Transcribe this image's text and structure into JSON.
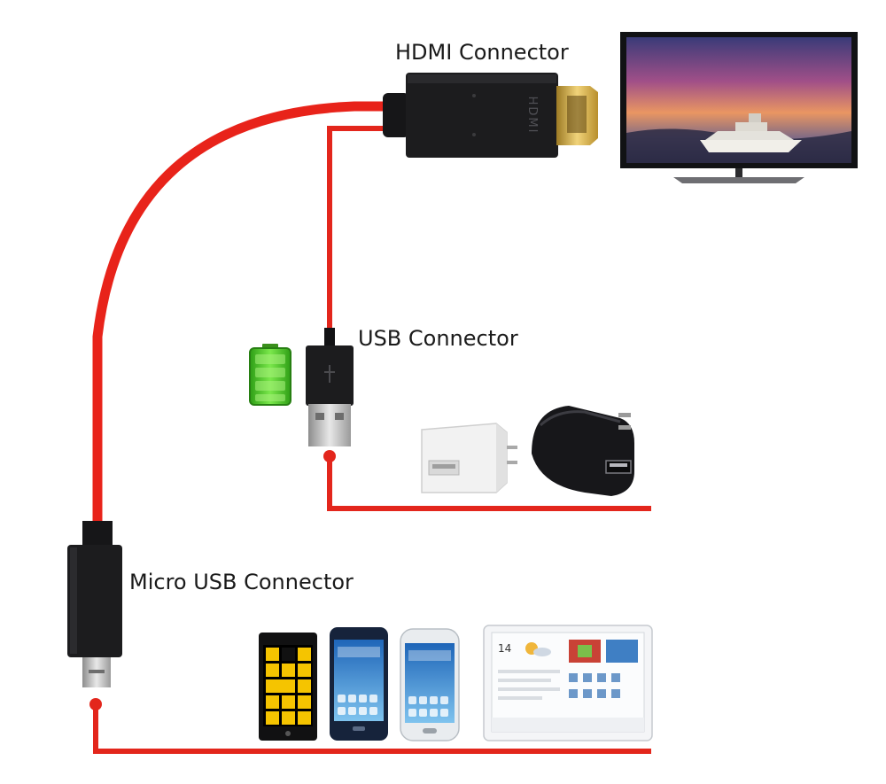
{
  "labels": {
    "hdmi": "HDMI Connector",
    "usb": "USB Connector",
    "micro_usb": "Micro USB Connector"
  },
  "connector_marking": "HDMI",
  "colors": {
    "cable": "#e8231a",
    "plug_body": "#1c1c1e",
    "gold": "#d7b04a",
    "battery_green": "#3fc21f"
  },
  "devices": {
    "display": "tv-icon",
    "power_sources": [
      "white-usb-charger-icon",
      "black-usb-charger-icon"
    ],
    "mobile_devices": [
      "lumia-phone-icon",
      "galaxy-s4-phone-icon",
      "galaxy-s3-phone-icon",
      "galaxy-tab-tablet-icon"
    ],
    "battery": "battery-full-icon"
  },
  "tablet_screen": {
    "clock": "14"
  }
}
